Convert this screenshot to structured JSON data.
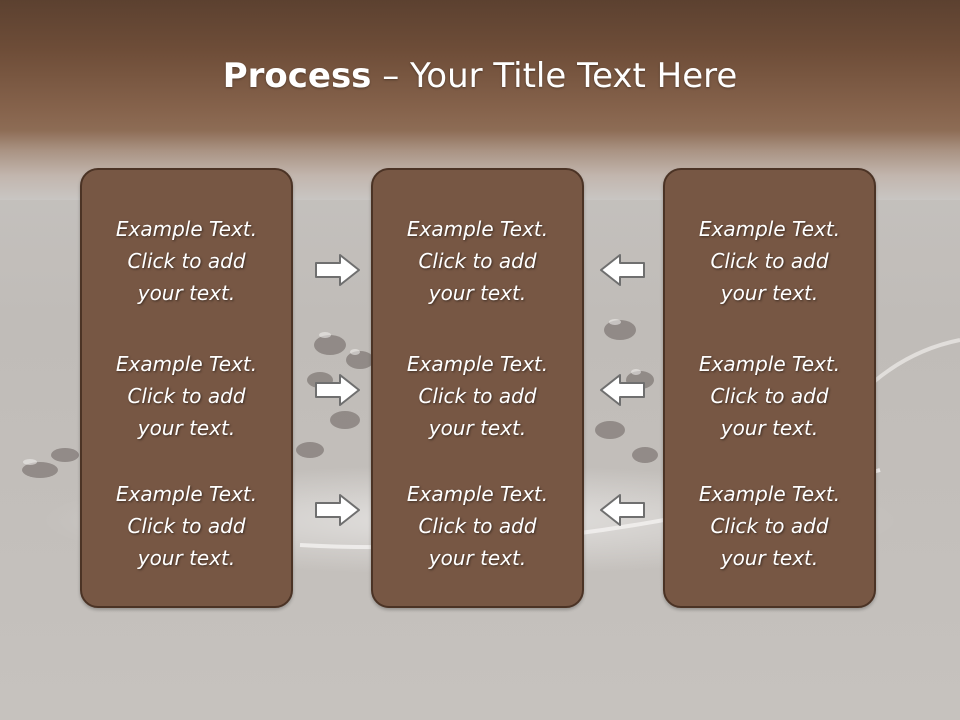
{
  "title": {
    "strong": "Process",
    "rest": " – Your Title Text Here"
  },
  "panels": [
    {
      "items": [
        {
          "line1": "Example Text.",
          "line2": "Click  to add",
          "line3": "your text."
        },
        {
          "line1": "Example Text.",
          "line2": "Click  to add",
          "line3": "your text."
        },
        {
          "line1": "Example Text.",
          "line2": "Click  to add",
          "line3": "your text."
        }
      ]
    },
    {
      "items": [
        {
          "line1": "Example Text.",
          "line2": "Click  to add",
          "line3": "your text."
        },
        {
          "line1": "Example Text.",
          "line2": "Click  to add",
          "line3": "your text."
        },
        {
          "line1": "Example Text.",
          "line2": "Click  to add",
          "line3": "your text."
        }
      ]
    },
    {
      "items": [
        {
          "line1": "Example Text.",
          "line2": "Click  to add",
          "line3": "your text."
        },
        {
          "line1": "Example Text.",
          "line2": "Click  to add",
          "line3": "your text."
        },
        {
          "line1": "Example Text.",
          "line2": "Click  to add",
          "line3": "your text."
        }
      ]
    }
  ],
  "arrows": {
    "left_column": "right-arrow-icon",
    "right_column": "left-arrow-icon"
  },
  "colors": {
    "header_brown": "#6e4d38",
    "panel_fill": "#775744",
    "panel_border": "#4b3325",
    "background": "#c5c1bd",
    "text": "#ffffff"
  }
}
